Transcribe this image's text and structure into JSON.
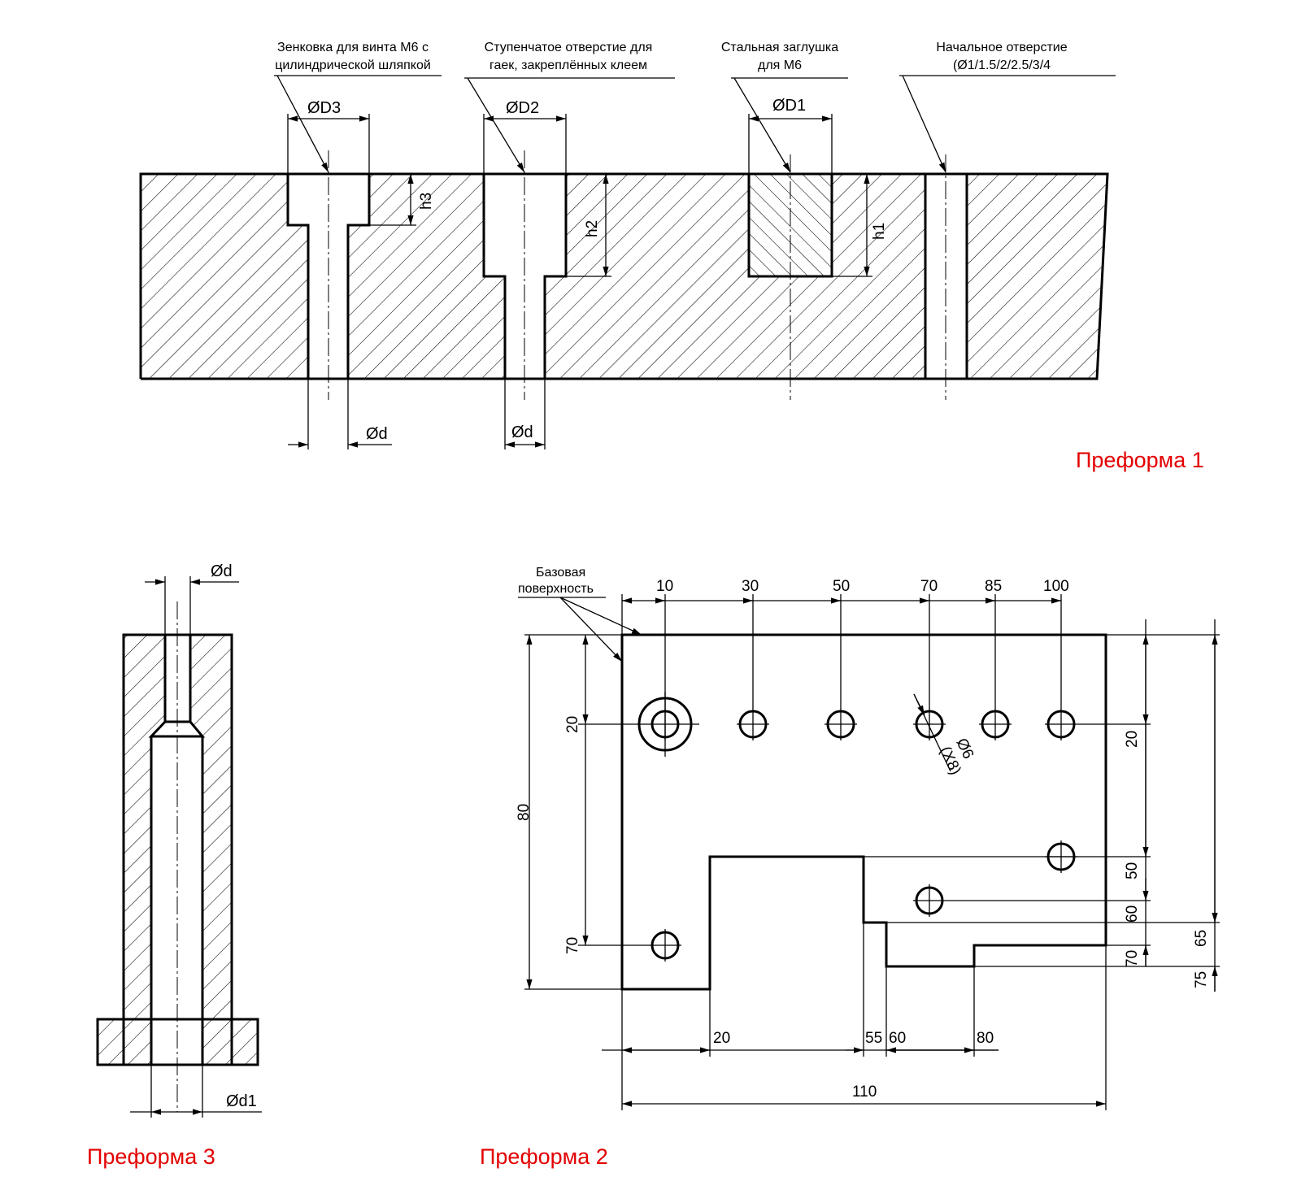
{
  "colors": {
    "ink": "#000000",
    "title": "#e30000",
    "background": "#ffffff"
  },
  "preform1": {
    "title": "Преформа 1",
    "callout_countersink": [
      "Зенковка для винта  М6 с",
      "цилиндрической шляпкой"
    ],
    "callout_stepped": [
      "Ступенчатое отверстие для",
      "гаек, закреплённых клеем"
    ],
    "callout_plug": [
      "Стальная заглушка",
      "для М6"
    ],
    "callout_initial": [
      "Начальное отверстие",
      "(Ø1/1.5/2/2.5/3/4"
    ],
    "dim_D3": "ØD3",
    "dim_D2": "ØD2",
    "dim_D1": "ØD1",
    "dim_h3": "h3",
    "dim_h2": "h2",
    "dim_h1": "h1",
    "dim_d_a": "Ød",
    "dim_d_b": "Ød"
  },
  "preform2": {
    "title": "Преформа 2",
    "base_surface": [
      "Базовая",
      "поверхность"
    ],
    "top_dims": [
      "10",
      "30",
      "50",
      "70",
      "85",
      "100"
    ],
    "left_dims": {
      "d20": "20",
      "d70": "70",
      "d80": "80"
    },
    "right_dims": {
      "d20": "20",
      "d50": "50",
      "d60": "60",
      "d70": "70",
      "d65": "65",
      "d75": "75"
    },
    "bottom_dims": {
      "d20": "20",
      "d55": "55",
      "d60": "60",
      "d80": "80",
      "d110": "110"
    },
    "hole_callout": {
      "dia": "Ø6",
      "count": "(X8)"
    }
  },
  "preform3": {
    "title": "Преформа 3",
    "dim_d": "Ød",
    "dim_d1": "Ød1"
  }
}
